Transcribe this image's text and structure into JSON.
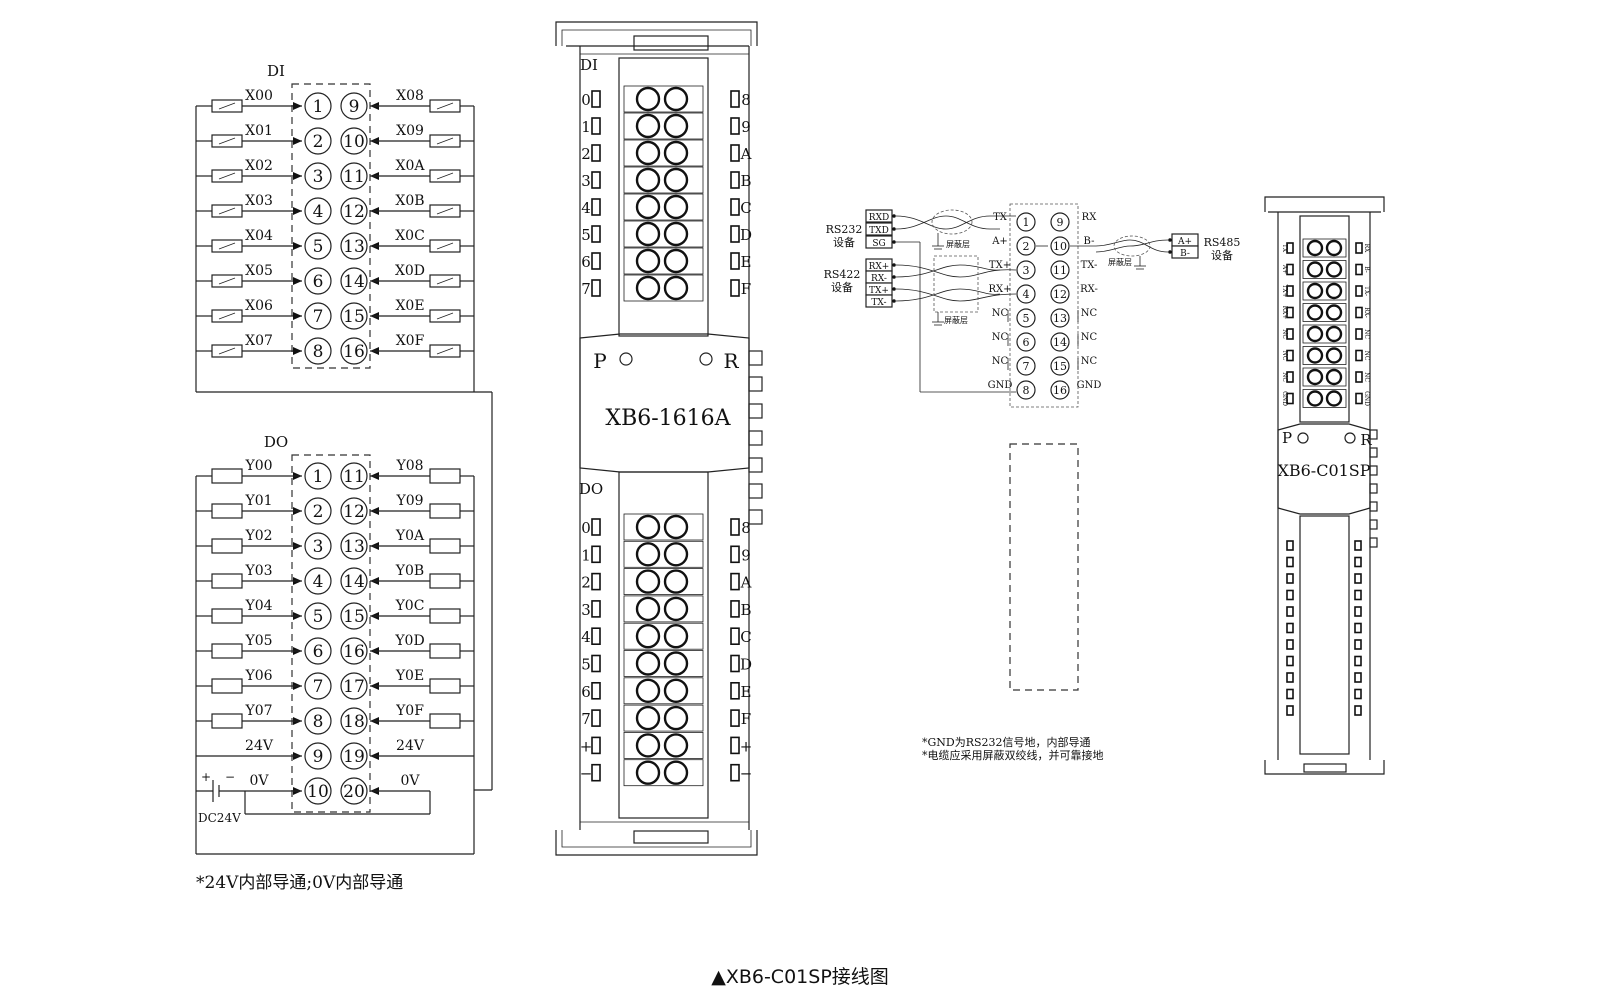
{
  "module_1616A": {
    "di_title": "DI",
    "do_title": "DO",
    "di_left_labels": [
      "X00",
      "X01",
      "X02",
      "X03",
      "X04",
      "X05",
      "X06",
      "X07"
    ],
    "di_right_labels": [
      "X08",
      "X09",
      "X0A",
      "X0B",
      "X0C",
      "X0D",
      "X0E",
      "X0F"
    ],
    "di_left_pins": [
      "1",
      "2",
      "3",
      "4",
      "5",
      "6",
      "7",
      "8"
    ],
    "di_right_pins": [
      "9",
      "10",
      "11",
      "12",
      "13",
      "14",
      "15",
      "16"
    ],
    "do_left_labels": [
      "Y00",
      "Y01",
      "Y02",
      "Y03",
      "Y04",
      "Y05",
      "Y06",
      "Y07",
      "24V",
      "0V"
    ],
    "do_right_labels": [
      "Y08",
      "Y09",
      "Y0A",
      "Y0B",
      "Y0C",
      "Y0D",
      "Y0E",
      "Y0F",
      "24V",
      "0V"
    ],
    "do_left_pins": [
      "1",
      "2",
      "3",
      "4",
      "5",
      "6",
      "7",
      "8",
      "9",
      "10"
    ],
    "do_right_pins": [
      "11",
      "12",
      "13",
      "14",
      "15",
      "16",
      "17",
      "18",
      "19",
      "20"
    ],
    "supply_plus": "+",
    "supply_minus": "−",
    "supply_label": "DC24V",
    "note": "*24V内部导通;0V内部导通",
    "device_name": "XB6-1616A",
    "led_p": "P",
    "led_r": "R",
    "top_section_label": "DI",
    "bottom_section_label": "DO",
    "top_left_marks": [
      "0",
      "1",
      "2",
      "3",
      "4",
      "5",
      "6",
      "7"
    ],
    "top_right_marks": [
      "8",
      "9",
      "A",
      "B",
      "C",
      "D",
      "E",
      "F"
    ],
    "bottom_left_marks": [
      "0",
      "1",
      "2",
      "3",
      "4",
      "5",
      "6",
      "7",
      "+",
      "−"
    ],
    "bottom_right_marks": [
      "8",
      "9",
      "A",
      "B",
      "C",
      "D",
      "E",
      "F",
      "+",
      "−"
    ]
  },
  "module_C01SP": {
    "rs232_device": [
      "RS232",
      "设备"
    ],
    "rs232_pins": [
      "RXD",
      "TXD",
      "SG"
    ],
    "rs422_device": [
      "RS422",
      "设备"
    ],
    "rs422_pins": [
      "RX+",
      "RX-",
      "TX+",
      "TX-"
    ],
    "rs485_device": [
      "RS485",
      "设备"
    ],
    "rs485_pins": [
      "A+",
      "B-"
    ],
    "shield_label": "屏蔽层",
    "left_signals": [
      "TX",
      "A+",
      "TX+",
      "RX+",
      "NC",
      "NC",
      "NC",
      "GND"
    ],
    "left_pins": [
      "1",
      "2",
      "3",
      "4",
      "5",
      "6",
      "7",
      "8"
    ],
    "right_pins": [
      "9",
      "10",
      "11",
      "12",
      "13",
      "14",
      "15",
      "16"
    ],
    "right_signals": [
      "RX",
      "B-",
      "TX-",
      "RX-",
      "NC",
      "NC",
      "NC",
      "GND"
    ],
    "notes": [
      "*GND为RS232信号地，内部导通",
      "*电缆应采用屏蔽双绞线，并可靠接地"
    ],
    "device_name": "XB6-C01SP",
    "led_p": "P",
    "led_r": "R",
    "left_port_marks": [
      "TX",
      "A+",
      "TX+",
      "RX+",
      "NC",
      "NC",
      "NC",
      "GND"
    ],
    "right_port_marks": [
      "RX",
      "B-",
      "TX-",
      "RX-",
      "NC",
      "NC",
      "NC",
      "GND"
    ]
  },
  "caption": "▲XB6-C01SP接线图"
}
